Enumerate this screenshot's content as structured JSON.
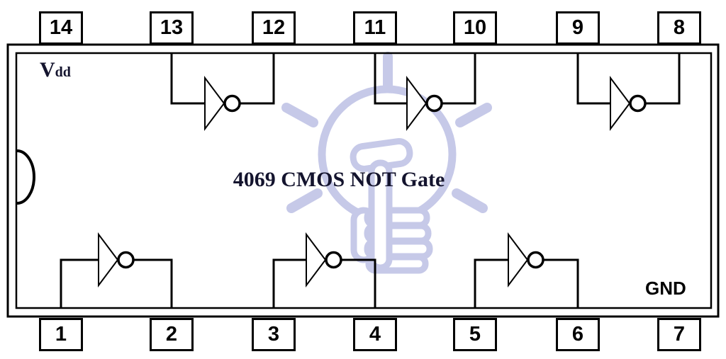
{
  "diagram": {
    "title": "4069 CMOS NOT Gate",
    "vdd_label": {
      "main": "V",
      "sub": "dd"
    },
    "gnd_label": "GND",
    "pins": {
      "top": [
        "14",
        "13",
        "12",
        "11",
        "10",
        "9",
        "8"
      ],
      "bottom": [
        "1",
        "2",
        "3",
        "4",
        "5",
        "6",
        "7"
      ]
    },
    "gates": [
      {
        "id": "inverter-1",
        "input_pin": "13",
        "output_pin": "12",
        "row": "top"
      },
      {
        "id": "inverter-2",
        "input_pin": "11",
        "output_pin": "10",
        "row": "top"
      },
      {
        "id": "inverter-3",
        "input_pin": "9",
        "output_pin": "8",
        "row": "top"
      },
      {
        "id": "inverter-4",
        "input_pin": "1",
        "output_pin": "2",
        "row": "bottom"
      },
      {
        "id": "inverter-5",
        "input_pin": "3",
        "output_pin": "4",
        "row": "bottom"
      },
      {
        "id": "inverter-6",
        "input_pin": "5",
        "output_pin": "6",
        "row": "bottom"
      }
    ],
    "watermark_icon": "light-bulb-in-fist",
    "colors": {
      "line": "#000000",
      "title_text": "#14142e",
      "watermark": "#c6c9e8",
      "background": "#ffffff"
    }
  }
}
